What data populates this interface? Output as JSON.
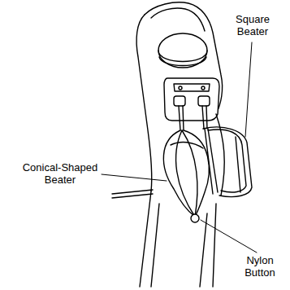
{
  "diagram": {
    "labels": [
      "Square Beater",
      "Conical-Shaped Beater",
      "Nylon Button"
    ]
  }
}
